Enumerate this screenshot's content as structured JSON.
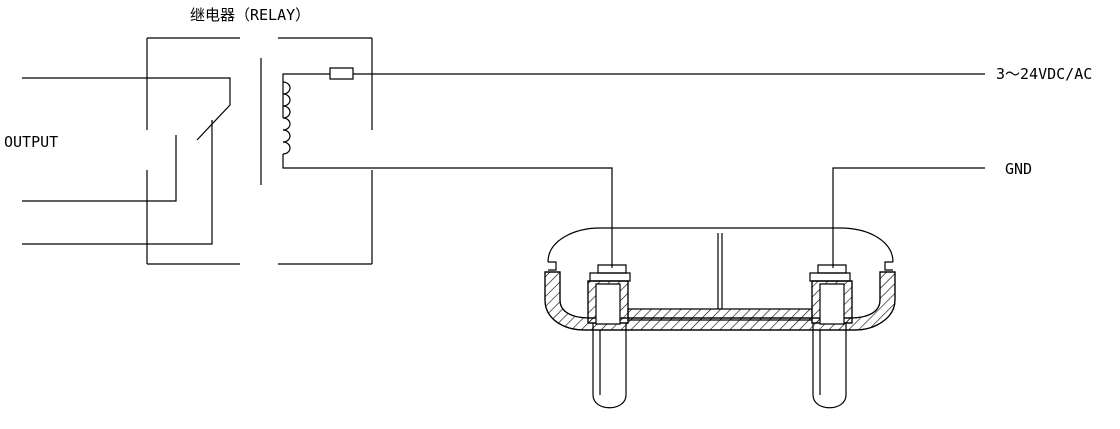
{
  "labels": {
    "relay": "继电器（RELAY）",
    "output": "OUTPUT",
    "power": "3～24VDC/AC",
    "gnd": "GND"
  },
  "colors": {
    "line": "#000000",
    "background": "#ffffff"
  }
}
